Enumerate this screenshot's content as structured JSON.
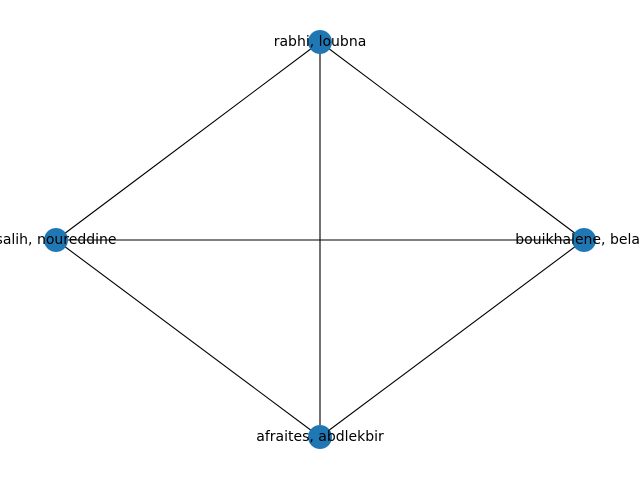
{
  "graph": {
    "node_color": "#1f77b4",
    "edge_color": "#000000",
    "label_color": "#000000",
    "nodes": [
      {
        "id": "n_top",
        "label": "rabhi, loubna"
      },
      {
        "id": "n_right",
        "label": "bouikhalene, belaid"
      },
      {
        "id": "n_left",
        "label": "salih, noureddine"
      },
      {
        "id": "n_bottom",
        "label": "afraites, abdlekbir"
      }
    ],
    "edges": [
      [
        "n_top",
        "n_left"
      ],
      [
        "n_top",
        "n_right"
      ],
      [
        "n_top",
        "n_bottom"
      ],
      [
        "n_left",
        "n_right"
      ],
      [
        "n_left",
        "n_bottom"
      ],
      [
        "n_right",
        "n_bottom"
      ]
    ]
  }
}
